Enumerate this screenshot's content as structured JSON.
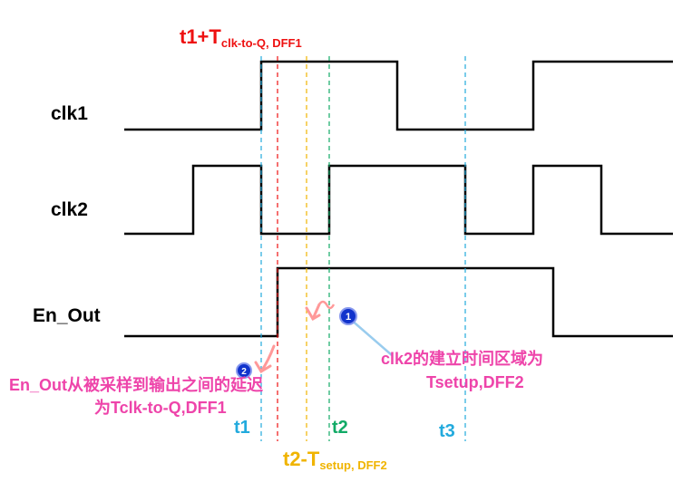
{
  "signals": [
    {
      "name": "clk1"
    },
    {
      "name": "clk2"
    },
    {
      "name": "En_Out"
    }
  ],
  "top_annotation": {
    "main": "t1+T",
    "sub": "clk-to-Q, DFF1",
    "color": "#ee1111"
  },
  "time_markers": {
    "t1": {
      "label": "t1",
      "color": "#22aadd"
    },
    "t2": {
      "label": "t2",
      "color": "#11aa66"
    },
    "t3": {
      "label": "t3",
      "color": "#22aadd"
    },
    "t2_setup": {
      "main": "t2-T",
      "sub": "setup, DFF2",
      "color": "#f0b400"
    }
  },
  "callouts": {
    "c1": {
      "number": "1",
      "line1": "clk2的建立时间区域为",
      "line2": "Tsetup,DFF2",
      "color": "#ee44aa"
    },
    "c2": {
      "number": "2",
      "line1": "En_Out从被采样到输出之间的延迟",
      "line2": "为Tclk-to-Q,DFF1",
      "color": "#ee44aa"
    }
  },
  "colors": {
    "waveform": "#000000",
    "marker_red": "#ee1111",
    "marker_yellow": "#f0b400",
    "marker_green": "#11aa66",
    "marker_cyan": "#22aadd",
    "callout_badge": "#1133cc",
    "callout_arrow": "#ff9999",
    "callout_leader": "#99ccee"
  }
}
